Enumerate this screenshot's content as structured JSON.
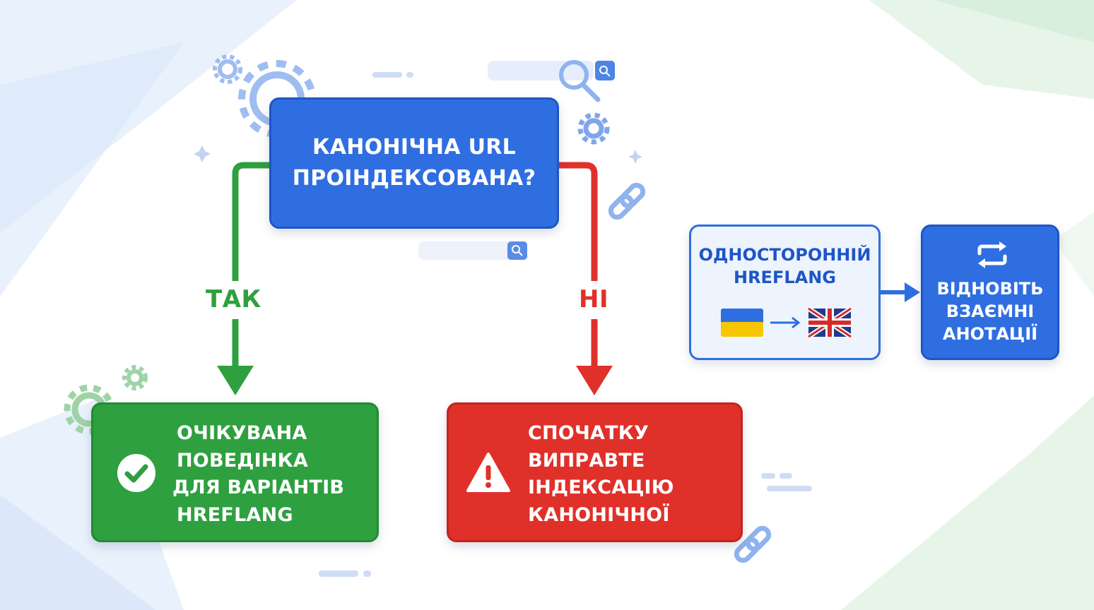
{
  "diagram": {
    "question": {
      "line1": "Канонічна URL",
      "line2": "проіндексована?"
    },
    "yes_branch": {
      "label": "ТАК",
      "result_lines": [
        "Очікувана",
        "поведінка",
        "для варіантів",
        "hreflang"
      ],
      "icon": "check-circle-icon",
      "color": "#2ea03f"
    },
    "no_branch": {
      "label": "НІ",
      "result_lines": [
        "Спочатку",
        "виправте",
        "індексацію",
        "канонічної"
      ],
      "icon": "warning-triangle-icon",
      "color": "#e0302a"
    },
    "side_note": {
      "title_lines": [
        "Односторонній",
        "hreflang"
      ],
      "from_flag": "ukraine-flag-icon",
      "to_flag": "uk-flag-icon",
      "action_icon": "swap-arrows-icon",
      "action_lines": [
        "Відновіть",
        "взаємні",
        "анотації"
      ]
    },
    "colors": {
      "primary_blue": "#2f6ee0",
      "green": "#2ea03f",
      "red": "#e0302a"
    }
  }
}
